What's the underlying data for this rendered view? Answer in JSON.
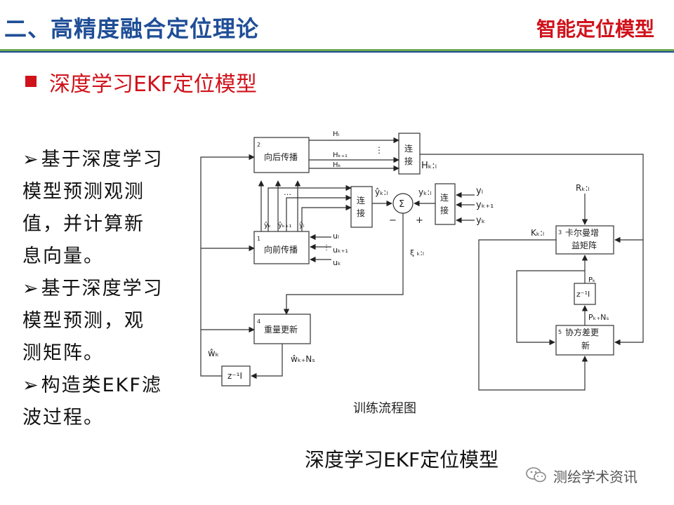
{
  "header": {
    "title": "二、高精度融合定位理论",
    "topic": "智能定位模型"
  },
  "section": {
    "title": "深度学习EKF定位模型"
  },
  "bullets": [
    {
      "lines": [
        "基于深度学习",
        "模型预测观测",
        "值，并计算新",
        "息向量。"
      ]
    },
    {
      "lines": [
        "基于深度学习",
        "模型预测，观",
        "测矩阵。"
      ]
    },
    {
      "lines": [
        "构造类EKF滤",
        "波过程。"
      ]
    }
  ],
  "diagram": {
    "blocks": {
      "backprop": {
        "num": "2",
        "label": "向后传播"
      },
      "forward": {
        "num": "1",
        "label": "向前传播"
      },
      "weight_update": {
        "num": "4",
        "label": "重量更新"
      },
      "kalman_gain": {
        "num": "3",
        "label_l1": "卡尔曼增",
        "label_l2": "益矩阵"
      },
      "cov_update": {
        "num": "5",
        "label_l1": "协方差更",
        "label_l2": "新"
      },
      "concat_top": {
        "label_l1": "连",
        "label_l2": "接"
      },
      "concat_mid": {
        "label_l1": "连",
        "label_l2": "接"
      },
      "concat_right": {
        "label_l1": "连",
        "label_l2": "接"
      },
      "delay_left": {
        "label": "z⁻¹I"
      },
      "delay_right": {
        "label": "z⁻¹I"
      },
      "sum": {
        "label": "Σ"
      }
    },
    "signals": {
      "h_l": "Hₗ",
      "h_k1": "Hₖ₊₁",
      "h_k": "Hₖ",
      "h_kl": "Hₖ:ₗ",
      "yhat_kl": "ŷₖ:ₗ",
      "y_kl": "yₖ:ₗ",
      "y_l": "yₗ",
      "y_k1": "yₖ₊₁",
      "y_k": "yₖ",
      "yhat_k": "ŷₖ",
      "yhat_k1": "ŷₖ₊₁",
      "yhat_l": "ŷₗ",
      "u_l": "uₗ",
      "u_k1": "uₖ₊₁",
      "u_k": "uₖ",
      "xi_kl": "ξ ₖ:ₗ",
      "r_kl": "Rₖ:ₗ",
      "k_kl": "Kₖ:ₗ",
      "p_k": "Pₖ",
      "p_kns": "Pₖ₊Nₛ",
      "w_k": "ŵₖ",
      "w_kns": "ŵₖ₊Nₛ",
      "minus": "−",
      "plus": "+",
      "ellipsis": "…",
      "vdots": "⋮"
    },
    "caption": "训练流程图"
  },
  "figure_caption": "深度学习EKF定位模型",
  "watermark": {
    "text": "测绘学术资讯",
    "icon": "wechat-icon"
  },
  "colors": {
    "title_blue": "#1f4e97",
    "accent_red": "#d0121b",
    "rule_green": "#6aa84f"
  }
}
